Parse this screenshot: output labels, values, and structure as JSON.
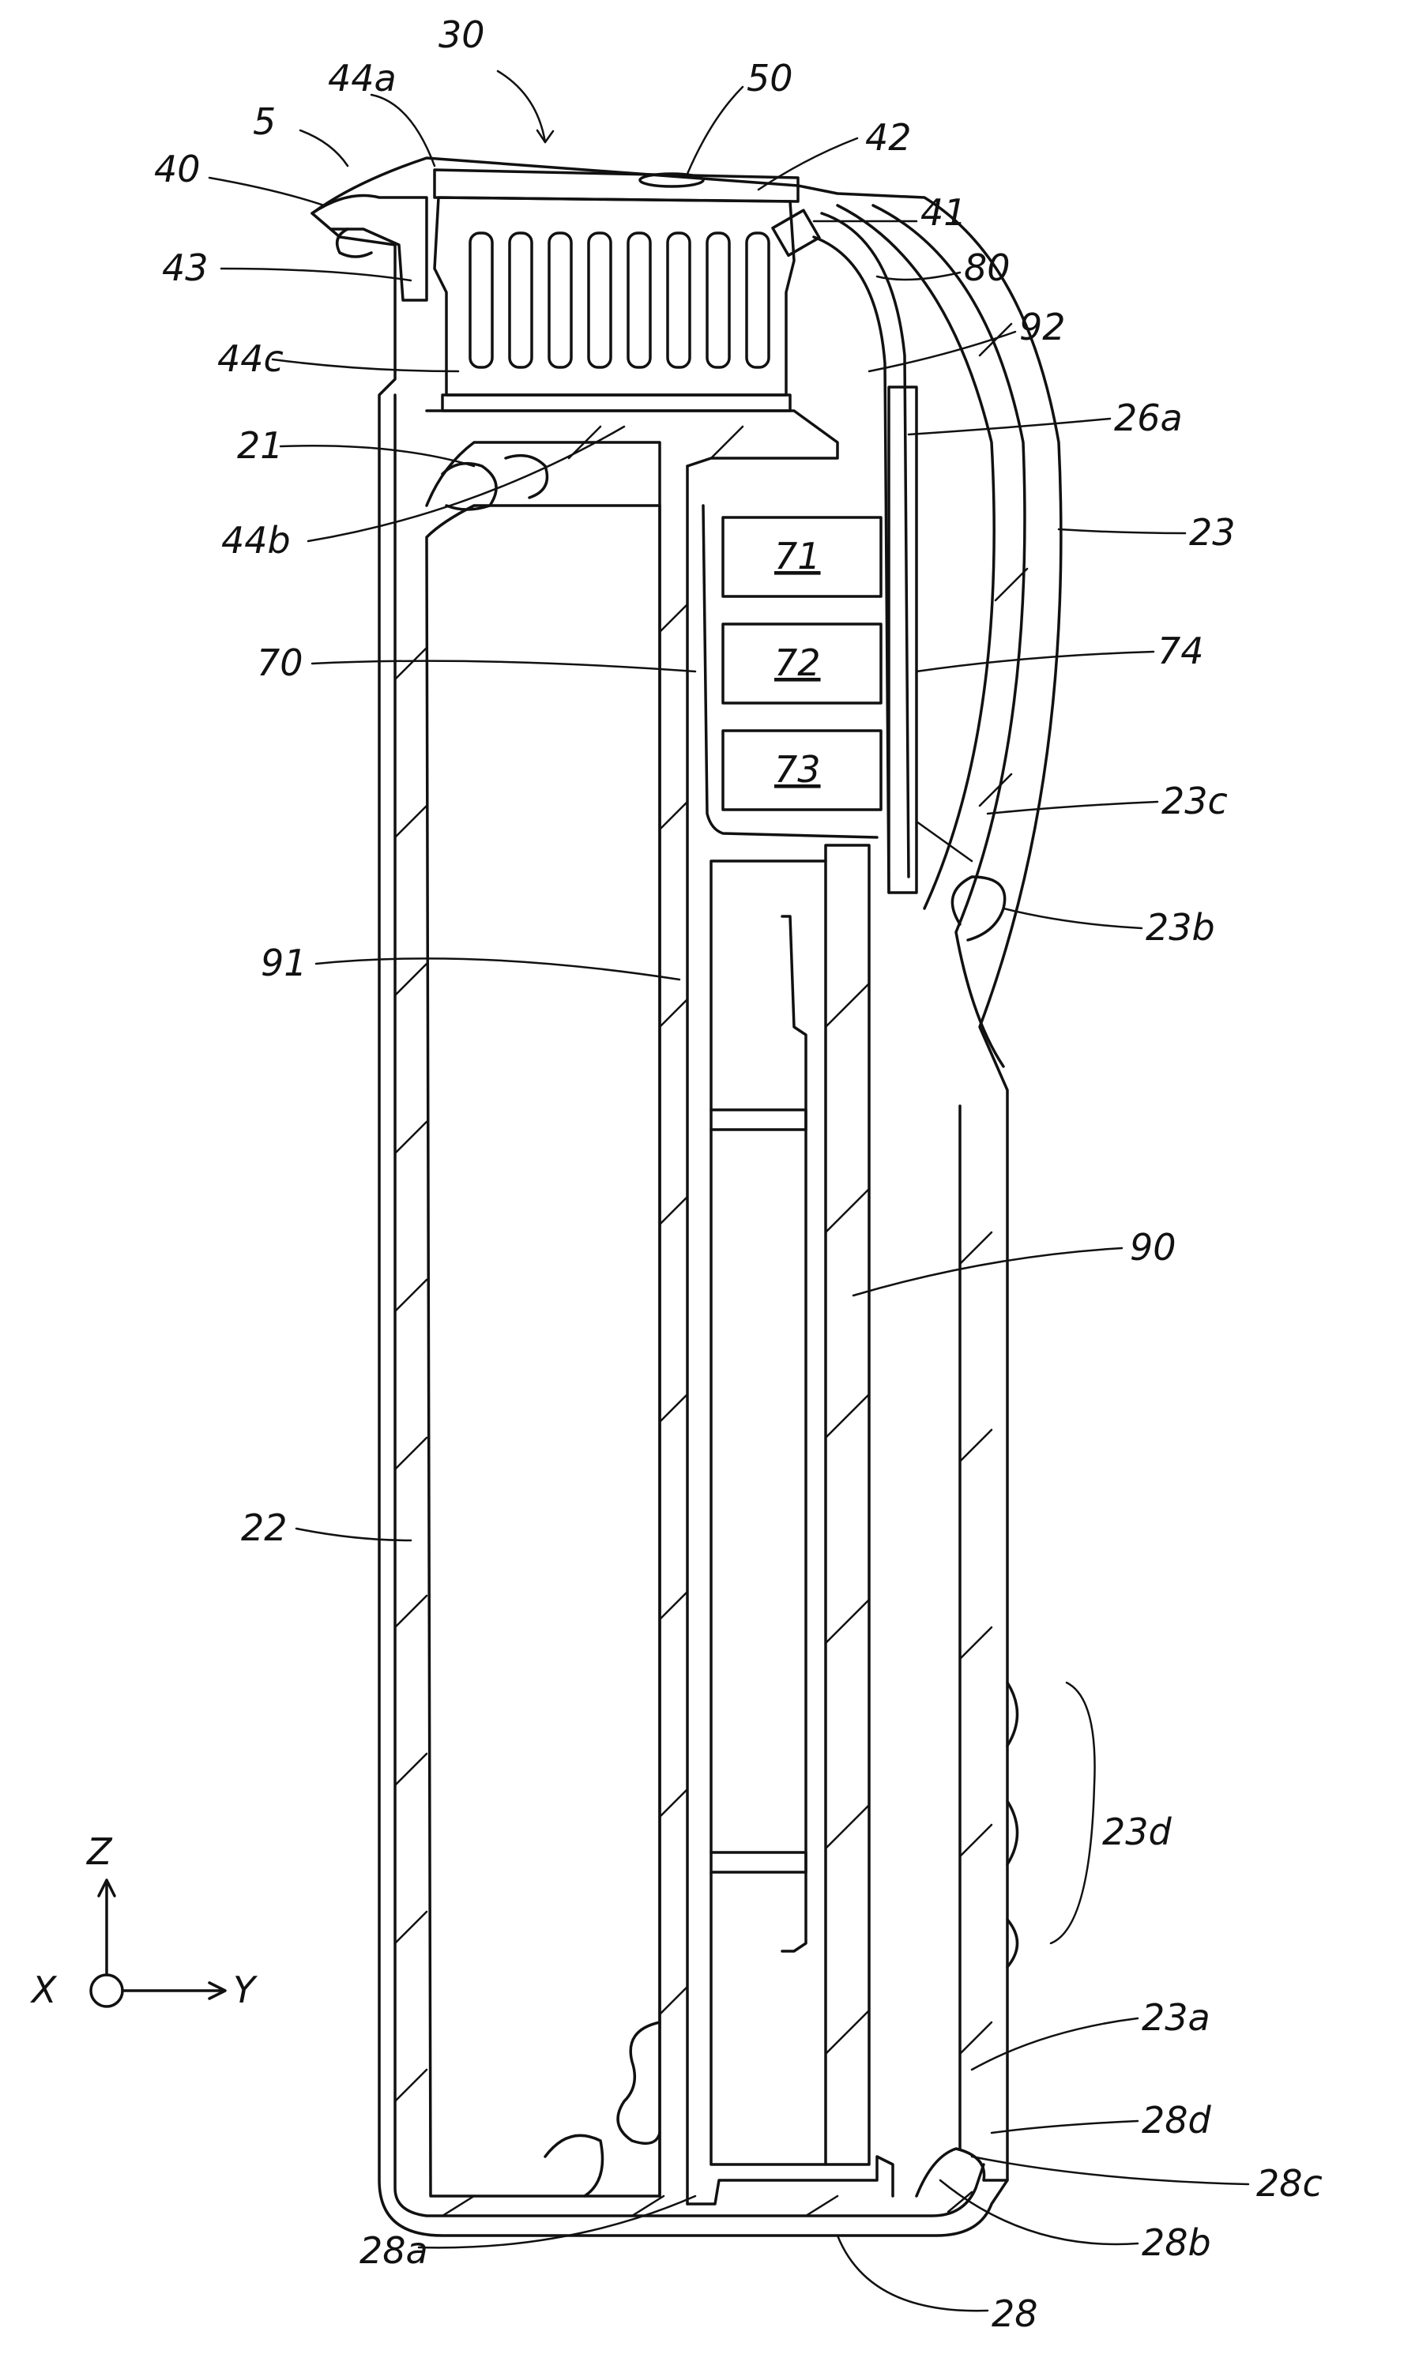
{
  "figure": {
    "labels": {
      "l30": "30",
      "l44a": "44a",
      "l50": "50",
      "l5": "5",
      "l42": "42",
      "l40": "40",
      "l41": "41",
      "l43": "43",
      "l80": "80",
      "l92": "92",
      "l44c": "44c",
      "l26a": "26a",
      "l21": "21",
      "l23": "23",
      "l44b": "44b",
      "l71": "71",
      "l70": "70",
      "l72": "72",
      "l74": "74",
      "l73": "73",
      "l23c": "23c",
      "l23b": "23b",
      "l91": "91",
      "l90": "90",
      "l22": "22",
      "l23d": "23d",
      "l23a": "23a",
      "l28d": "28d",
      "l28c": "28c",
      "l28b": "28b",
      "l28a": "28a",
      "l28": "28"
    },
    "axes": {
      "z": "Z",
      "x": "X",
      "y": "Y"
    }
  }
}
